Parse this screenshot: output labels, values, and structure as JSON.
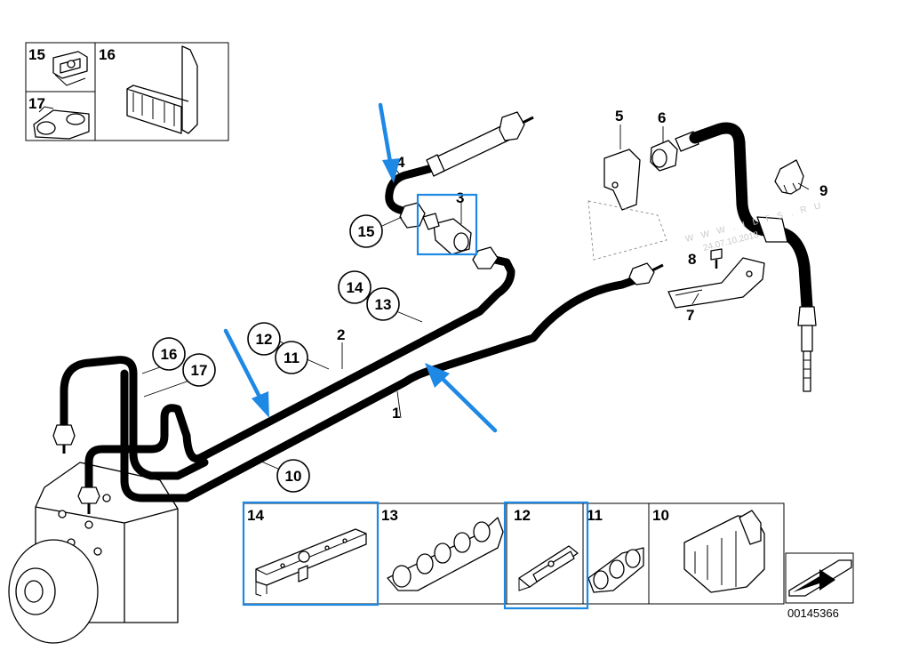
{
  "diagram": {
    "part_number_labels": {
      "p1": "1",
      "p2": "2",
      "p3": "3",
      "p4": "4",
      "p5": "5",
      "p6": "6",
      "p7": "7",
      "p8": "8",
      "p9": "9",
      "c10": "10",
      "c11": "11",
      "c12": "12",
      "c13": "13",
      "c14": "14",
      "c15": "15",
      "c16": "16",
      "c17": "17"
    },
    "inset_top": {
      "box15": "15",
      "box16": "16",
      "box17": "17"
    },
    "inset_bottom": {
      "box14": "14",
      "box13": "13",
      "box12": "12",
      "box11": "11",
      "box10": "10"
    },
    "watermark": {
      "line1": "W W W . I L           T S . R U",
      "line2": "24.07.10.2018"
    },
    "diagram_code": "00145366",
    "highlight_color": "#1e88e5"
  }
}
